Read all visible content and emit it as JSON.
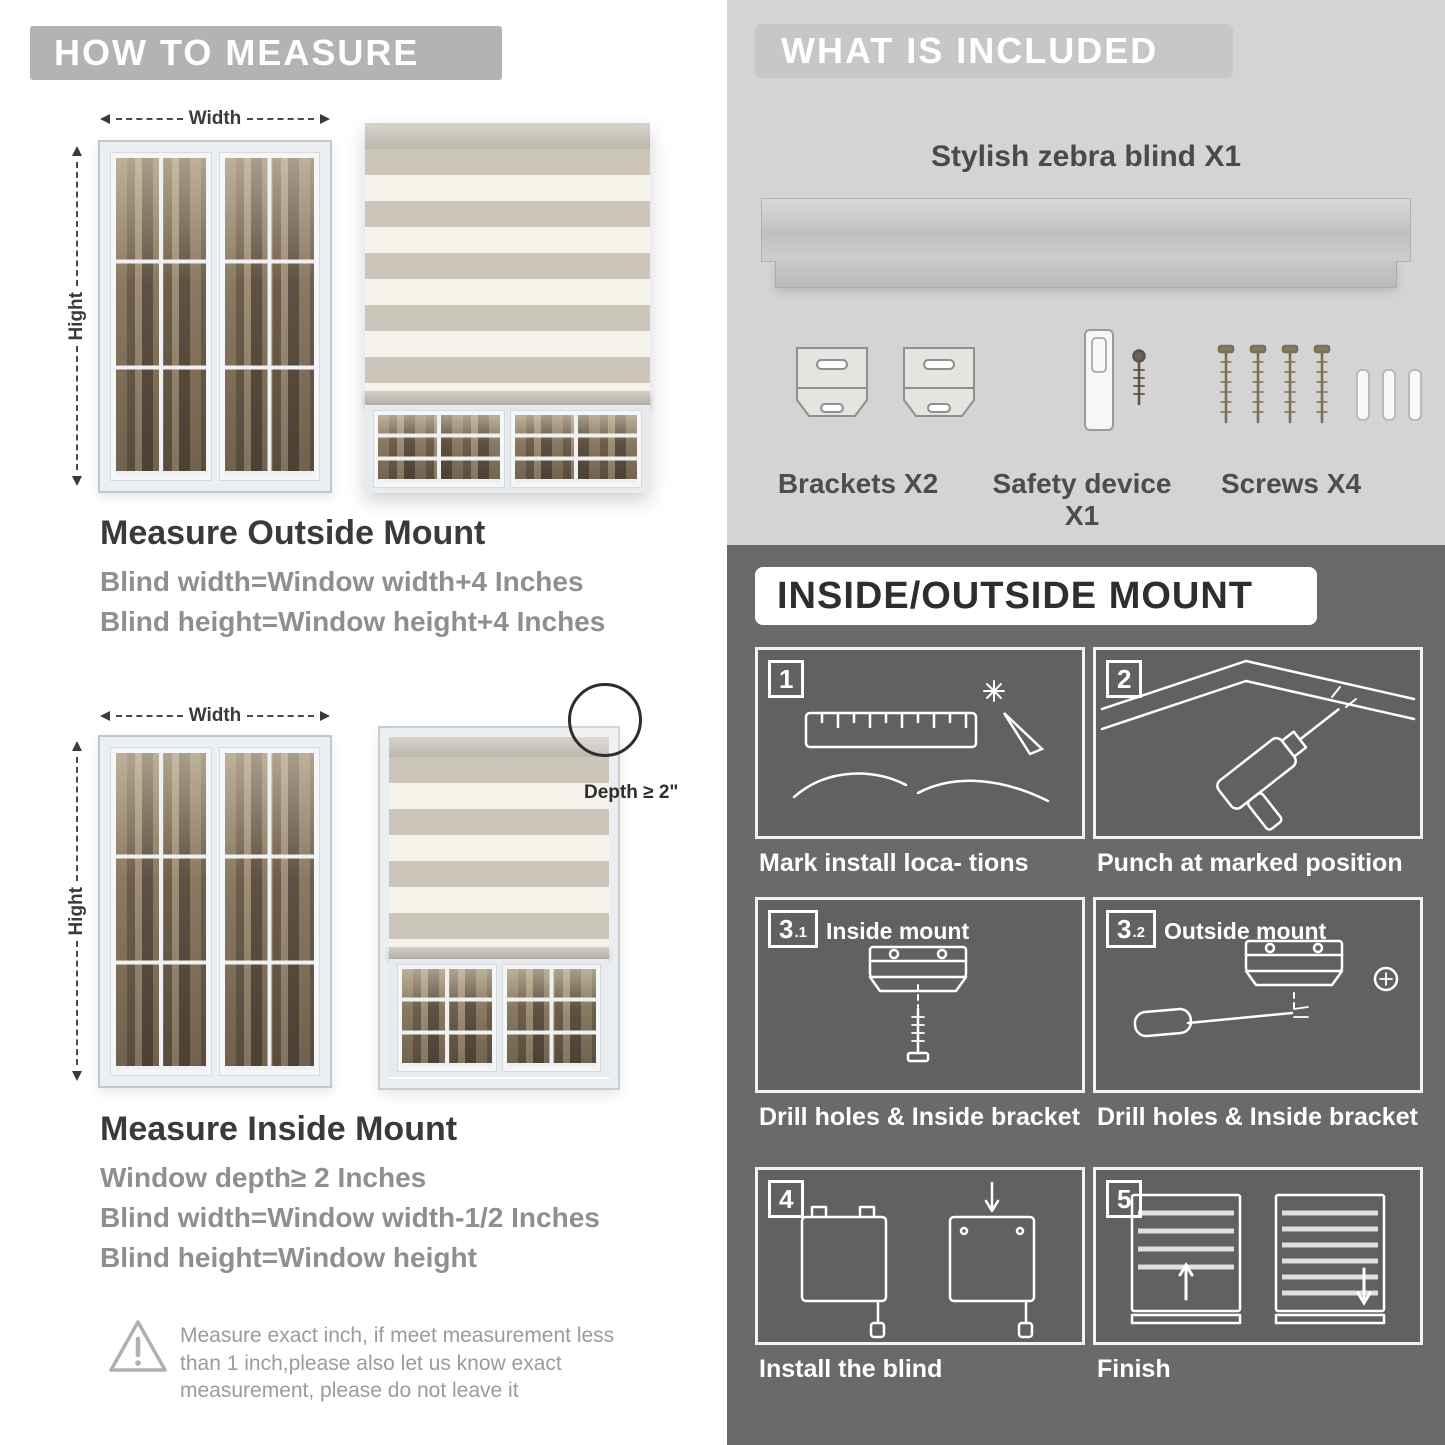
{
  "colors": {
    "left_header_bg": "#b3b3b3",
    "included_bg": "#d4d4d4",
    "mount_bg": "#6a6a6a",
    "title_text": "#3a3a3a",
    "muted_text": "#8f8f8f"
  },
  "left": {
    "header": "HOW TO MEASURE",
    "outside": {
      "width_label": "Width",
      "height_label": "Hight",
      "title": "Measure Outside Mount",
      "line1": "Blind width=Window width+4 Inches",
      "line2": "Blind height=Window height+4 Inches"
    },
    "inside": {
      "width_label": "Width",
      "height_label": "Hight",
      "depth_label": "Depth ≥ 2\"",
      "title": "Measure Inside Mount",
      "line1": "Window depth≥ 2 Inches",
      "line2": "Blind width=Window width-1/2 Inches",
      "line3": "Blind height=Window height"
    },
    "warning": {
      "text": "Measure exact inch, if meet measurement less than 1 inch,please also let us know exact measurement, please do not leave it"
    }
  },
  "right": {
    "included": {
      "header": "WHAT IS INCLUDED",
      "blind_label": "Stylish zebra blind X1",
      "items": [
        {
          "label": "Brackets X2"
        },
        {
          "label": "Safety device X1"
        },
        {
          "label": "Screws X4"
        }
      ]
    },
    "mount": {
      "header": "INSIDE/OUTSIDE MOUNT",
      "steps": [
        {
          "num": "1",
          "sub": "",
          "title": "",
          "caption": "Mark install loca- tions"
        },
        {
          "num": "2",
          "sub": "",
          "title": "",
          "caption": "Punch at  marked position"
        },
        {
          "num": "3",
          "sub": ".1",
          "title": "Inside mount",
          "caption": "Drill holes &  Inside bracket"
        },
        {
          "num": "3",
          "sub": ".2",
          "title": "Outside mount",
          "caption": "Drill holes &  Inside bracket"
        },
        {
          "num": "4",
          "sub": "",
          "title": "",
          "caption": "Install the blind"
        },
        {
          "num": "5",
          "sub": "",
          "title": "",
          "caption": "Finish"
        }
      ]
    }
  }
}
